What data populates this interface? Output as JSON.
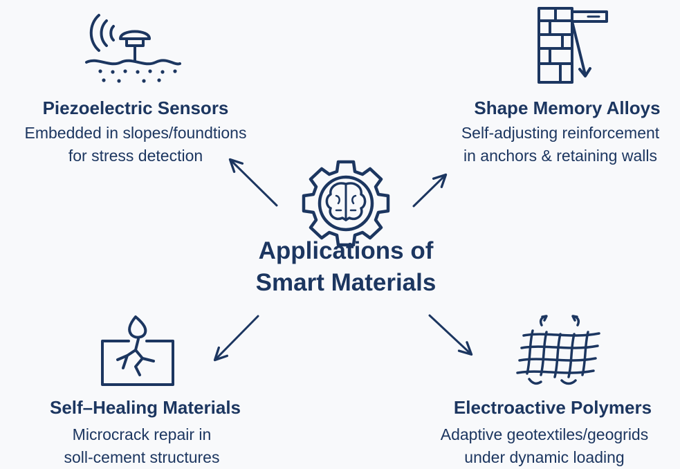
{
  "center": {
    "line1": "Applications of",
    "line2": "Smart Materials",
    "icon": "gear-brain-icon"
  },
  "nodes": [
    {
      "title": "Piezoelectric Sensors",
      "desc_line1": "Embedded in slopes/foundtions",
      "desc_line2": "for stress detection",
      "icon": "sensor-antenna-icon"
    },
    {
      "title": "Shape Memory Alloys",
      "desc_line1": "Self-adjusting reinforcement",
      "desc_line2": "in anchors & retaining walls",
      "icon": "retaining-wall-anchor-icon"
    },
    {
      "title": "Self–Healing Materials",
      "desc_line1": "Microcrack repair in",
      "desc_line2": "soll-cement structures",
      "icon": "cracked-block-drop-icon"
    },
    {
      "title": "Electroactive Polymers",
      "desc_line1": "Adaptive geotextiles/geogrids",
      "desc_line2": "under dynamic loading",
      "icon": "flexible-grid-icon"
    }
  ],
  "colors": {
    "ink": "#1c3660",
    "background": "#f8f9fb"
  }
}
